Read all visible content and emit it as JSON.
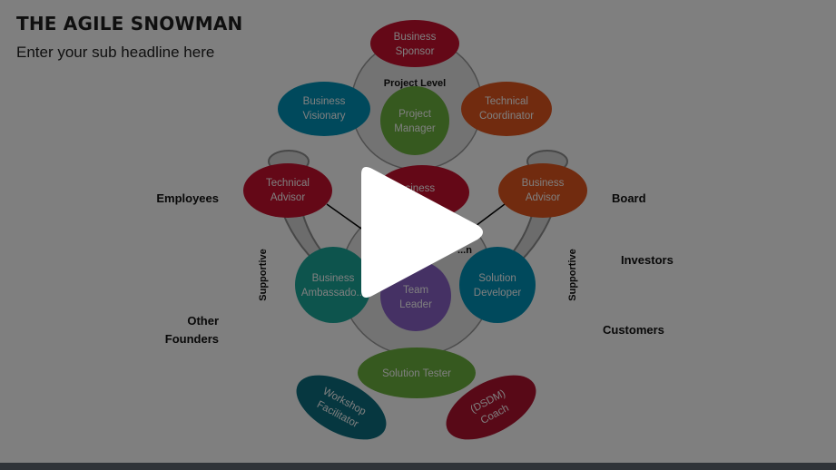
{
  "title": "THE AGILE SNOWMAN",
  "subtitle": "Enter your sub headline here",
  "diagram": {
    "project_level": "Project Level",
    "solution_level": "...n",
    "supportive_left": "Supportive",
    "supportive_right": "Supportive",
    "roles": {
      "business_sponsor": [
        "Business",
        "Sponsor"
      ],
      "business_visionary": [
        "Business",
        "Visionary"
      ],
      "project_manager": [
        "Project",
        "Manager"
      ],
      "technical_coordinator": [
        "Technical",
        "Coordinator"
      ],
      "technical_advisor": [
        "Technical",
        "Advisor"
      ],
      "business_analyst": [
        "...siness",
        ""
      ],
      "business_advisor": [
        "Business",
        "Advisor"
      ],
      "business_ambassador": [
        "Business",
        "Ambassado..."
      ],
      "team_leader": [
        "Team",
        "Leader"
      ],
      "solution_developer": [
        "Solution",
        "Developer"
      ],
      "solution_tester": [
        "Solution Tester"
      ],
      "workshop_facilitator": [
        "Workshop",
        "Facilitator"
      ],
      "dsdm_coach": [
        "(DSDM)",
        "Coach"
      ]
    },
    "stakeholders": {
      "employees": "Employees",
      "other_founders": [
        "Other",
        "Founders"
      ],
      "board": "Board",
      "investors": "Investors",
      "customers": "Customers"
    },
    "colors": {
      "sponsor": "#c8102e",
      "visionary": "#0093b8",
      "manager": "#6cb33f",
      "coordinator": "#e3561e",
      "tech_advisor": "#c8102e",
      "analyst": "#c8102e",
      "biz_advisor": "#e3561e",
      "ambassador": "#1aa89b",
      "team_leader": "#8a62c8",
      "developer": "#0093b8",
      "tester": "#6cb33f",
      "facilitator": "#0c6f80",
      "coach": "#b0122f",
      "ring": "#d6d6d6",
      "ring_stroke": "#9a9a9a"
    }
  },
  "overlay": {
    "play_icon": "play-icon"
  }
}
